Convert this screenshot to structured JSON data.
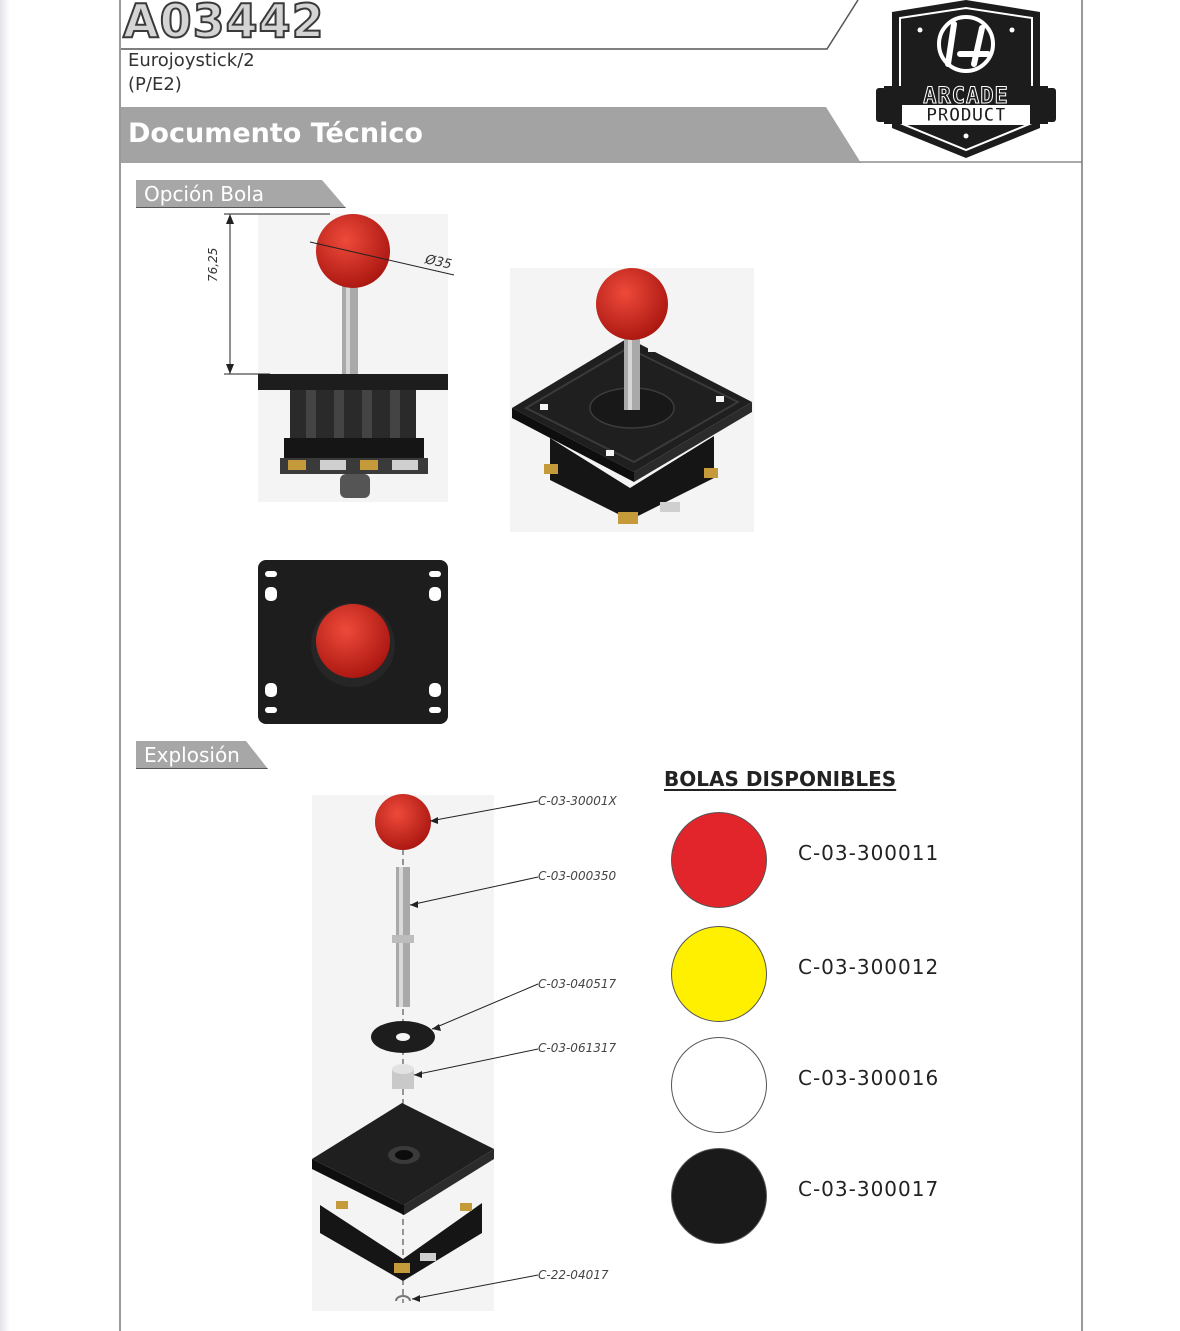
{
  "header": {
    "code": "A03442",
    "subtitle_line1": "Eurojoystick/2",
    "subtitle_line2": "(P/E2)",
    "doc_type": "Documento Técnico"
  },
  "logo": {
    "line1": "ARCADE",
    "line2": "PRODUCT",
    "icon": "il-monogram-icon"
  },
  "sections": {
    "ball_option": "Opción Bola",
    "explosion": "Explosión"
  },
  "dimensions": {
    "height": "76,25",
    "diameter": "Ø35"
  },
  "exploded_parts": [
    {
      "code": "C-03-30001X"
    },
    {
      "code": "C-03-000350"
    },
    {
      "code": "C-03-040517"
    },
    {
      "code": "C-03-061317"
    },
    {
      "code": "C-22-04017"
    }
  ],
  "balls": {
    "heading": "BOLAS DISPONIBLES",
    "items": [
      {
        "code": "C-03-300011",
        "color": "#e2242b"
      },
      {
        "code": "C-03-300012",
        "color": "#fff000"
      },
      {
        "code": "C-03-300016",
        "color": "#ffffff"
      },
      {
        "code": "C-03-300017",
        "color": "#1a1a1a"
      }
    ]
  }
}
